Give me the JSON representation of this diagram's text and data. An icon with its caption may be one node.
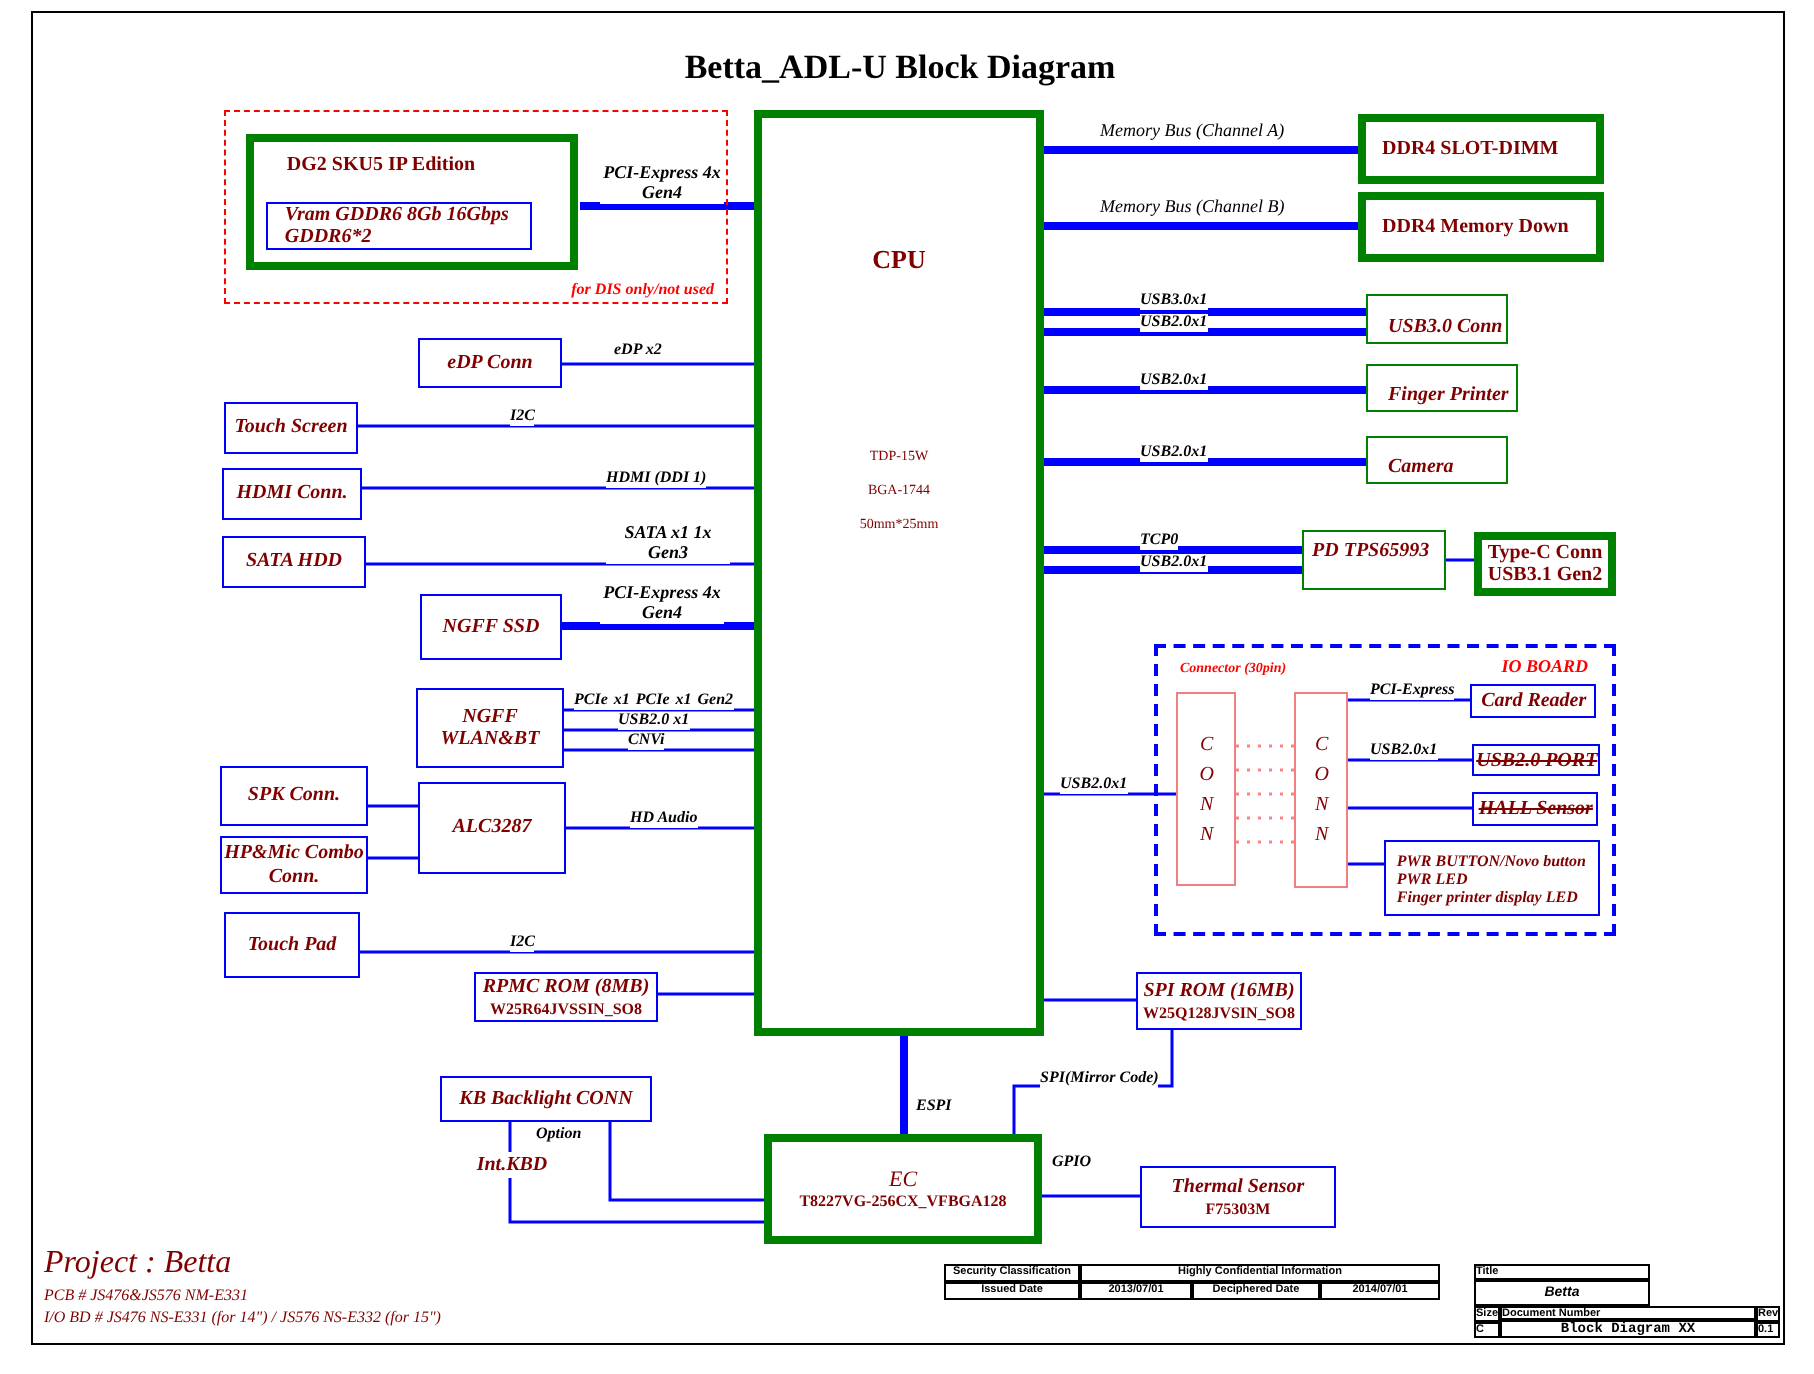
{
  "diagram": {
    "title": "Betta_ADL-U Block Diagram",
    "nodes": [
      {
        "text": [
          "for DIS only/not used"
        ]
      },
      {
        "text": [
          "DG2 SKU5 IP Edition"
        ],
        "in": 0
      },
      {
        "text": [
          "Vram GDDR6 8Gb 16Gbps GDDR6*2"
        ],
        "in": 1
      },
      {
        "text": [
          "CPU",
          "TDP-15W",
          "BGA-1744",
          "50mm*25mm"
        ]
      },
      {
        "text": [
          "DDR4 SLOT-DIMM"
        ]
      },
      {
        "text": [
          "DDR4 Memory Down"
        ]
      },
      {
        "text": [
          "USB3.0 Conn"
        ]
      },
      {
        "text": [
          "Finger Printer"
        ]
      },
      {
        "text": [
          "Camera"
        ]
      },
      {
        "text": [
          "PD TPS65993"
        ]
      },
      {
        "text": [
          "Type-C Conn USB3.1 Gen2"
        ]
      },
      {
        "text": [
          "eDP Conn"
        ]
      },
      {
        "text": [
          "Touch Screen"
        ]
      },
      {
        "text": [
          "HDMI Conn."
        ]
      },
      {
        "text": [
          "SATA HDD"
        ]
      },
      {
        "text": [
          "NGFF SSD"
        ]
      },
      {
        "text": [
          "NGFF WLAN&BT"
        ]
      },
      {
        "text": [
          "SPK Conn."
        ]
      },
      {
        "text": [
          "HP&Mic Combo Conn."
        ]
      },
      {
        "text": [
          "ALC3287"
        ]
      },
      {
        "text": [
          "Touch Pad"
        ]
      },
      {
        "text": [
          "RPMC ROM (8MB)",
          "W25R64JVSSIN_SO8"
        ]
      },
      {
        "text": [
          "IO BOARD"
        ]
      },
      {
        "text": [
          "CONN"
        ],
        "in": 22
      },
      {
        "text": [
          "CONN"
        ],
        "in": 22
      },
      {
        "text": [
          "Card Reader"
        ],
        "in": 22
      },
      {
        "text": [
          "USB2.0 PORT"
        ],
        "in": 22
      },
      {
        "text": [
          "HALL Sensor"
        ],
        "in": 22
      },
      {
        "text": [
          "PWR BUTTON/Novo button",
          "PWR LED",
          "Finger printer display LED"
        ],
        "in": 22
      },
      {
        "text": [
          "SPI ROM (16MB)",
          "W25Q128JVSIN_SO8"
        ]
      },
      {
        "text": [
          "KB Backlight CONN"
        ]
      },
      {
        "text": [
          "Int.KBD"
        ]
      },
      {
        "text": [
          "EC",
          "T8227VG-256CX_VFBGA128"
        ]
      },
      {
        "text": [
          "Thermal Sensor",
          "F75303M"
        ]
      }
    ],
    "edges": [
      {
        "from": 1,
        "to": 3,
        "arrow": "none",
        "label": "PCI-Express 4x Gen4",
        "style": "thick"
      },
      {
        "from": 3,
        "to": 4,
        "arrow": "none",
        "label": "Memory Bus (Channel A)",
        "style": "thick"
      },
      {
        "from": 3,
        "to": 5,
        "arrow": "none",
        "label": "Memory Bus (Channel B)",
        "style": "thick"
      },
      {
        "from": 3,
        "to": 6,
        "arrow": "none",
        "label": "USB3.0x1",
        "style": "thick"
      },
      {
        "from": 3,
        "to": 6,
        "arrow": "none",
        "label": "USB2.0x1",
        "style": "thick"
      },
      {
        "from": 3,
        "to": 7,
        "arrow": "none",
        "label": "USB2.0x1",
        "style": "thick"
      },
      {
        "from": 3,
        "to": 8,
        "arrow": "none",
        "label": "USB2.0x1",
        "style": "thick"
      },
      {
        "from": 3,
        "to": 9,
        "arrow": "none",
        "label": "TCP0",
        "style": "thick"
      },
      {
        "from": 3,
        "to": 9,
        "arrow": "none",
        "label": "USB2.0x1",
        "style": "thick"
      },
      {
        "from": 9,
        "to": 10,
        "arrow": "none"
      },
      {
        "from": 11,
        "to": 3,
        "arrow": "none",
        "label": "eDP x2"
      },
      {
        "from": 12,
        "to": 3,
        "arrow": "none",
        "label": "I2C"
      },
      {
        "from": 13,
        "to": 3,
        "arrow": "none",
        "label": "HDMI (DDI 1)"
      },
      {
        "from": 14,
        "to": 3,
        "arrow": "none",
        "label": "SATA x1 1x Gen3"
      },
      {
        "from": 15,
        "to": 3,
        "arrow": "none",
        "label": "PCI-Express 4x Gen4",
        "style": "thick"
      },
      {
        "from": 16,
        "to": 3,
        "arrow": "none",
        "label": "PCIe x1 PCIe x1 Gen2"
      },
      {
        "from": 16,
        "to": 3,
        "arrow": "none",
        "label": "USB2.0 x1"
      },
      {
        "from": 16,
        "to": 3,
        "arrow": "none",
        "label": "CNVi"
      },
      {
        "from": 17,
        "to": 19,
        "arrow": "none"
      },
      {
        "from": 18,
        "to": 19,
        "arrow": "none"
      },
      {
        "from": 19,
        "to": 3,
        "arrow": "none",
        "label": "HD Audio"
      },
      {
        "from": 20,
        "to": 3,
        "arrow": "none",
        "label": "I2C"
      },
      {
        "from": 21,
        "to": 3,
        "arrow": "none"
      },
      {
        "from": 3,
        "to": 23,
        "arrow": "none",
        "label": "USB2.0x1"
      },
      {
        "from": 23,
        "to": 24,
        "arrow": "none",
        "style": "dashed",
        "color": "#ff8080"
      },
      {
        "from": 24,
        "to": 25,
        "arrow": "none",
        "label": "PCI-Express"
      },
      {
        "from": 24,
        "to": 26,
        "arrow": "none",
        "label": "USB2.0x1"
      },
      {
        "from": 24,
        "to": 27,
        "arrow": "none"
      },
      {
        "from": 24,
        "to": 28,
        "arrow": "none"
      },
      {
        "from": 3,
        "to": 29,
        "arrow": "none"
      },
      {
        "from": 3,
        "to": 32,
        "arrow": "none",
        "label": "ESPI",
        "style": "thick"
      },
      {
        "from": 32,
        "to": 29,
        "arrow": "none",
        "label": "SPI(Mirror Code)"
      },
      {
        "from": 30,
        "to": 31,
        "arrow": "none"
      },
      {
        "from": 31,
        "to": 32,
        "arrow": "none"
      },
      {
        "from": 30,
        "to": 32,
        "arrow": "none",
        "label": "Option"
      },
      {
        "from": 32,
        "to": 33,
        "arrow": "none",
        "label": "GPIO"
      }
    ],
    "labels": [
      "Connector (30pin)",
      "Project :  Betta",
      "PCB # JS476&JS576 NM-E331",
      "I/O BD # JS476 NS-E331 (for 14\") / JS576 NS-E332 (for 15\")",
      "Security Classification",
      "Highly Confidential Information",
      "Issued Date",
      "2013/07/01",
      "Deciphered Date",
      "2014/07/01",
      "Title",
      "Betta",
      "Size",
      "C",
      "Document Number",
      "Block Diagram XX",
      "Rev",
      "0.1"
    ]
  }
}
